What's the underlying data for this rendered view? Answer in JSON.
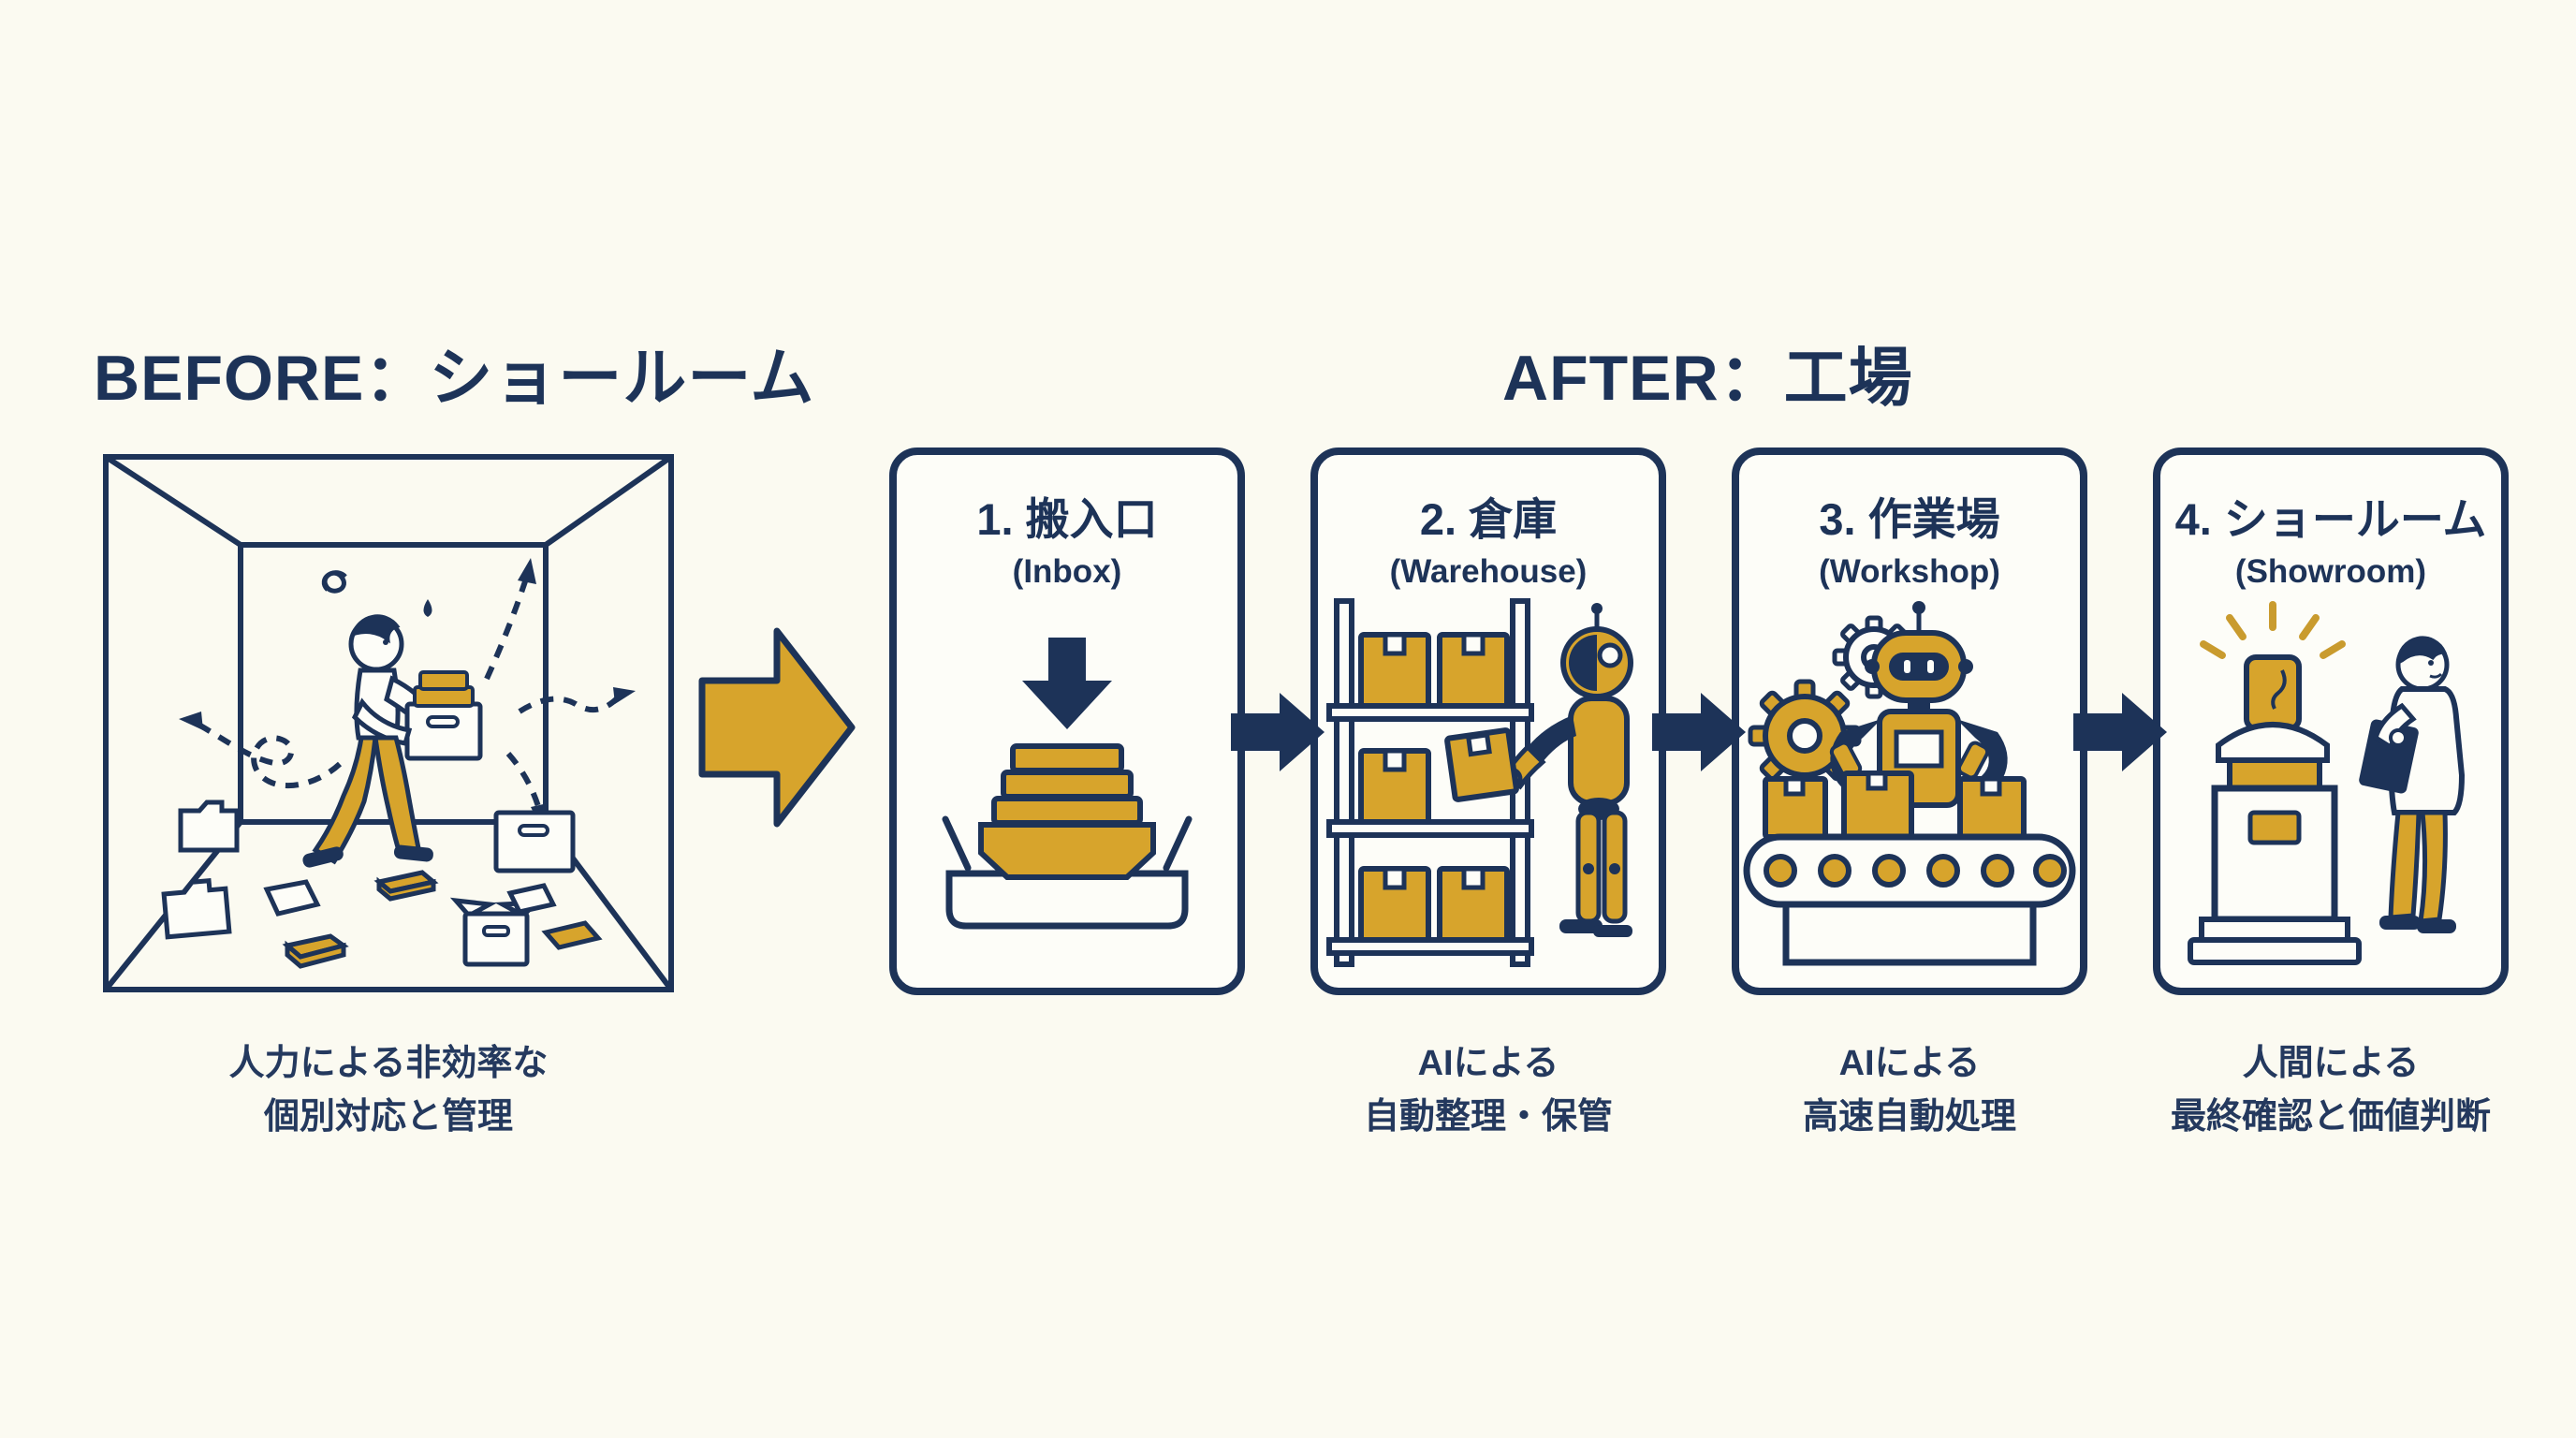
{
  "colors": {
    "navy": "#1d3358",
    "gold": "#d7a42c",
    "background": "#fbfaf1",
    "panel_background": "#fdfdf8"
  },
  "header": {
    "before_title": "BEFORE：ショールーム",
    "after_title": "AFTER：工場"
  },
  "before_section": {
    "caption_line1": "人力による非効率な",
    "caption_line2": "個別対応と管理",
    "illustration": "messy-room-person-carrying-box"
  },
  "steps": [
    {
      "title": "1. 搬入口",
      "subtitle": "(Inbox)",
      "icon": "inbox-tray-icon"
    },
    {
      "title": "2. 倉庫",
      "subtitle": "(Warehouse)",
      "icon": "robot-warehouse-icon",
      "caption_line1": "AIによる",
      "caption_line2": "自動整理・保管"
    },
    {
      "title": "3. 作業場",
      "subtitle": "(Workshop)",
      "icon": "robot-conveyor-icon",
      "caption_line1": "AIによる",
      "caption_line2": "高速自動処理"
    },
    {
      "title": "4. ショールーム",
      "subtitle": "(Showroom)",
      "icon": "pedestal-review-icon",
      "caption_line1": "人間による",
      "caption_line2": "最終確認と価値判断"
    }
  ],
  "icons": {
    "main_flow_arrow": "gold-right-arrow-icon",
    "step_flow_arrow": "navy-right-arrow-icon"
  }
}
